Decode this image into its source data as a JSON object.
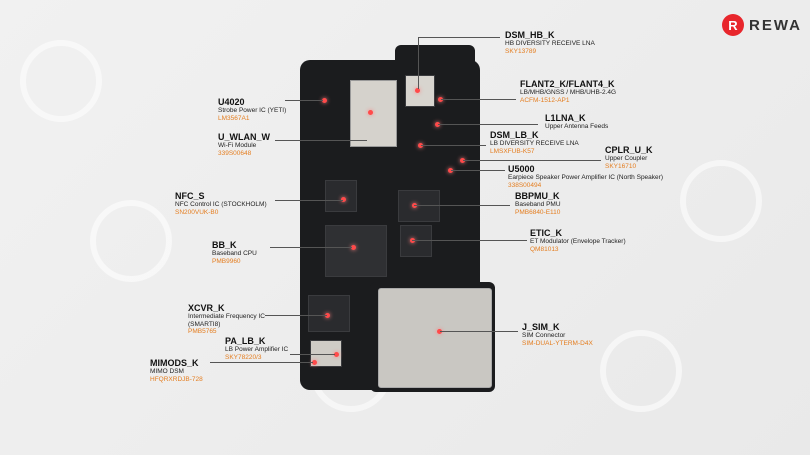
{
  "brand": {
    "mark": "R",
    "name": "REWA"
  },
  "labels": [
    {
      "id": "dsm-hb-k",
      "name": "DSM_HB_K",
      "desc": "HB DIVERSITY RECEIVE LNA",
      "part": "SKY13789"
    },
    {
      "id": "flant2-k-flant4-k",
      "name": "FLANT2_K/FLANT4_K",
      "desc": "LB/MHB/GNSS  / MHB/UHB-2.4G",
      "part": "ACFM-1512-AP1"
    },
    {
      "id": "l1lna-k",
      "name": "L1LNA_K",
      "desc": "Upper Antenna Feeds",
      "part": ""
    },
    {
      "id": "u4020",
      "name": "U4020",
      "desc": "Strobe Power IC (YETI)",
      "part": "LM3567A1"
    },
    {
      "id": "u-wlan-w",
      "name": "U_WLAN_W",
      "desc": "Wi-Fi Module",
      "part": "339S00648"
    },
    {
      "id": "dsm-lb-k",
      "name": "DSM_LB_K",
      "desc": "LB DIVERSITY RECEIVE LNA",
      "part": "LMSXFUB-K57"
    },
    {
      "id": "cplr-u-k",
      "name": "CPLR_U_K",
      "desc": "Upper Coupler",
      "part": "SKY16710"
    },
    {
      "id": "u5000",
      "name": "U5000",
      "desc": "Earpiece Speaker Power Amplifier IC (North Speaker)",
      "part": "338S00494"
    },
    {
      "id": "nfc-s",
      "name": "NFC_S",
      "desc": "NFC Control IC  (STOCKHOLM)",
      "part": "SN200VUK-B0"
    },
    {
      "id": "bbpmu-k",
      "name": "BBPMU_K",
      "desc": "Baseband PMU",
      "part": "PMB6840-E110"
    },
    {
      "id": "bb-k",
      "name": "BB_K",
      "desc": "Baseband CPU",
      "part": "PMB9960"
    },
    {
      "id": "etic-k",
      "name": "ETIC_K",
      "desc": "ET Modulator  (Envelope Tracker)",
      "part": "QM81013"
    },
    {
      "id": "xcvr-k",
      "name": "XCVR_K",
      "desc": "Intermediate Frequency IC",
      "desc2": "(SMARTI8)",
      "part": "PMB5765"
    },
    {
      "id": "j-sim-k",
      "name": "J_SIM_K",
      "desc": "SIM Connector",
      "part": "SIM-DUAL-YTERM-D4X"
    },
    {
      "id": "pa-lb-k",
      "name": "PA_LB_K",
      "desc": "LB Power Amplifier IC",
      "part": "SKY78220/3"
    },
    {
      "id": "mimods-k",
      "name": "MIMODS_K",
      "desc": "MIMO DSM",
      "part": "HFQRXRDJB-728"
    }
  ]
}
